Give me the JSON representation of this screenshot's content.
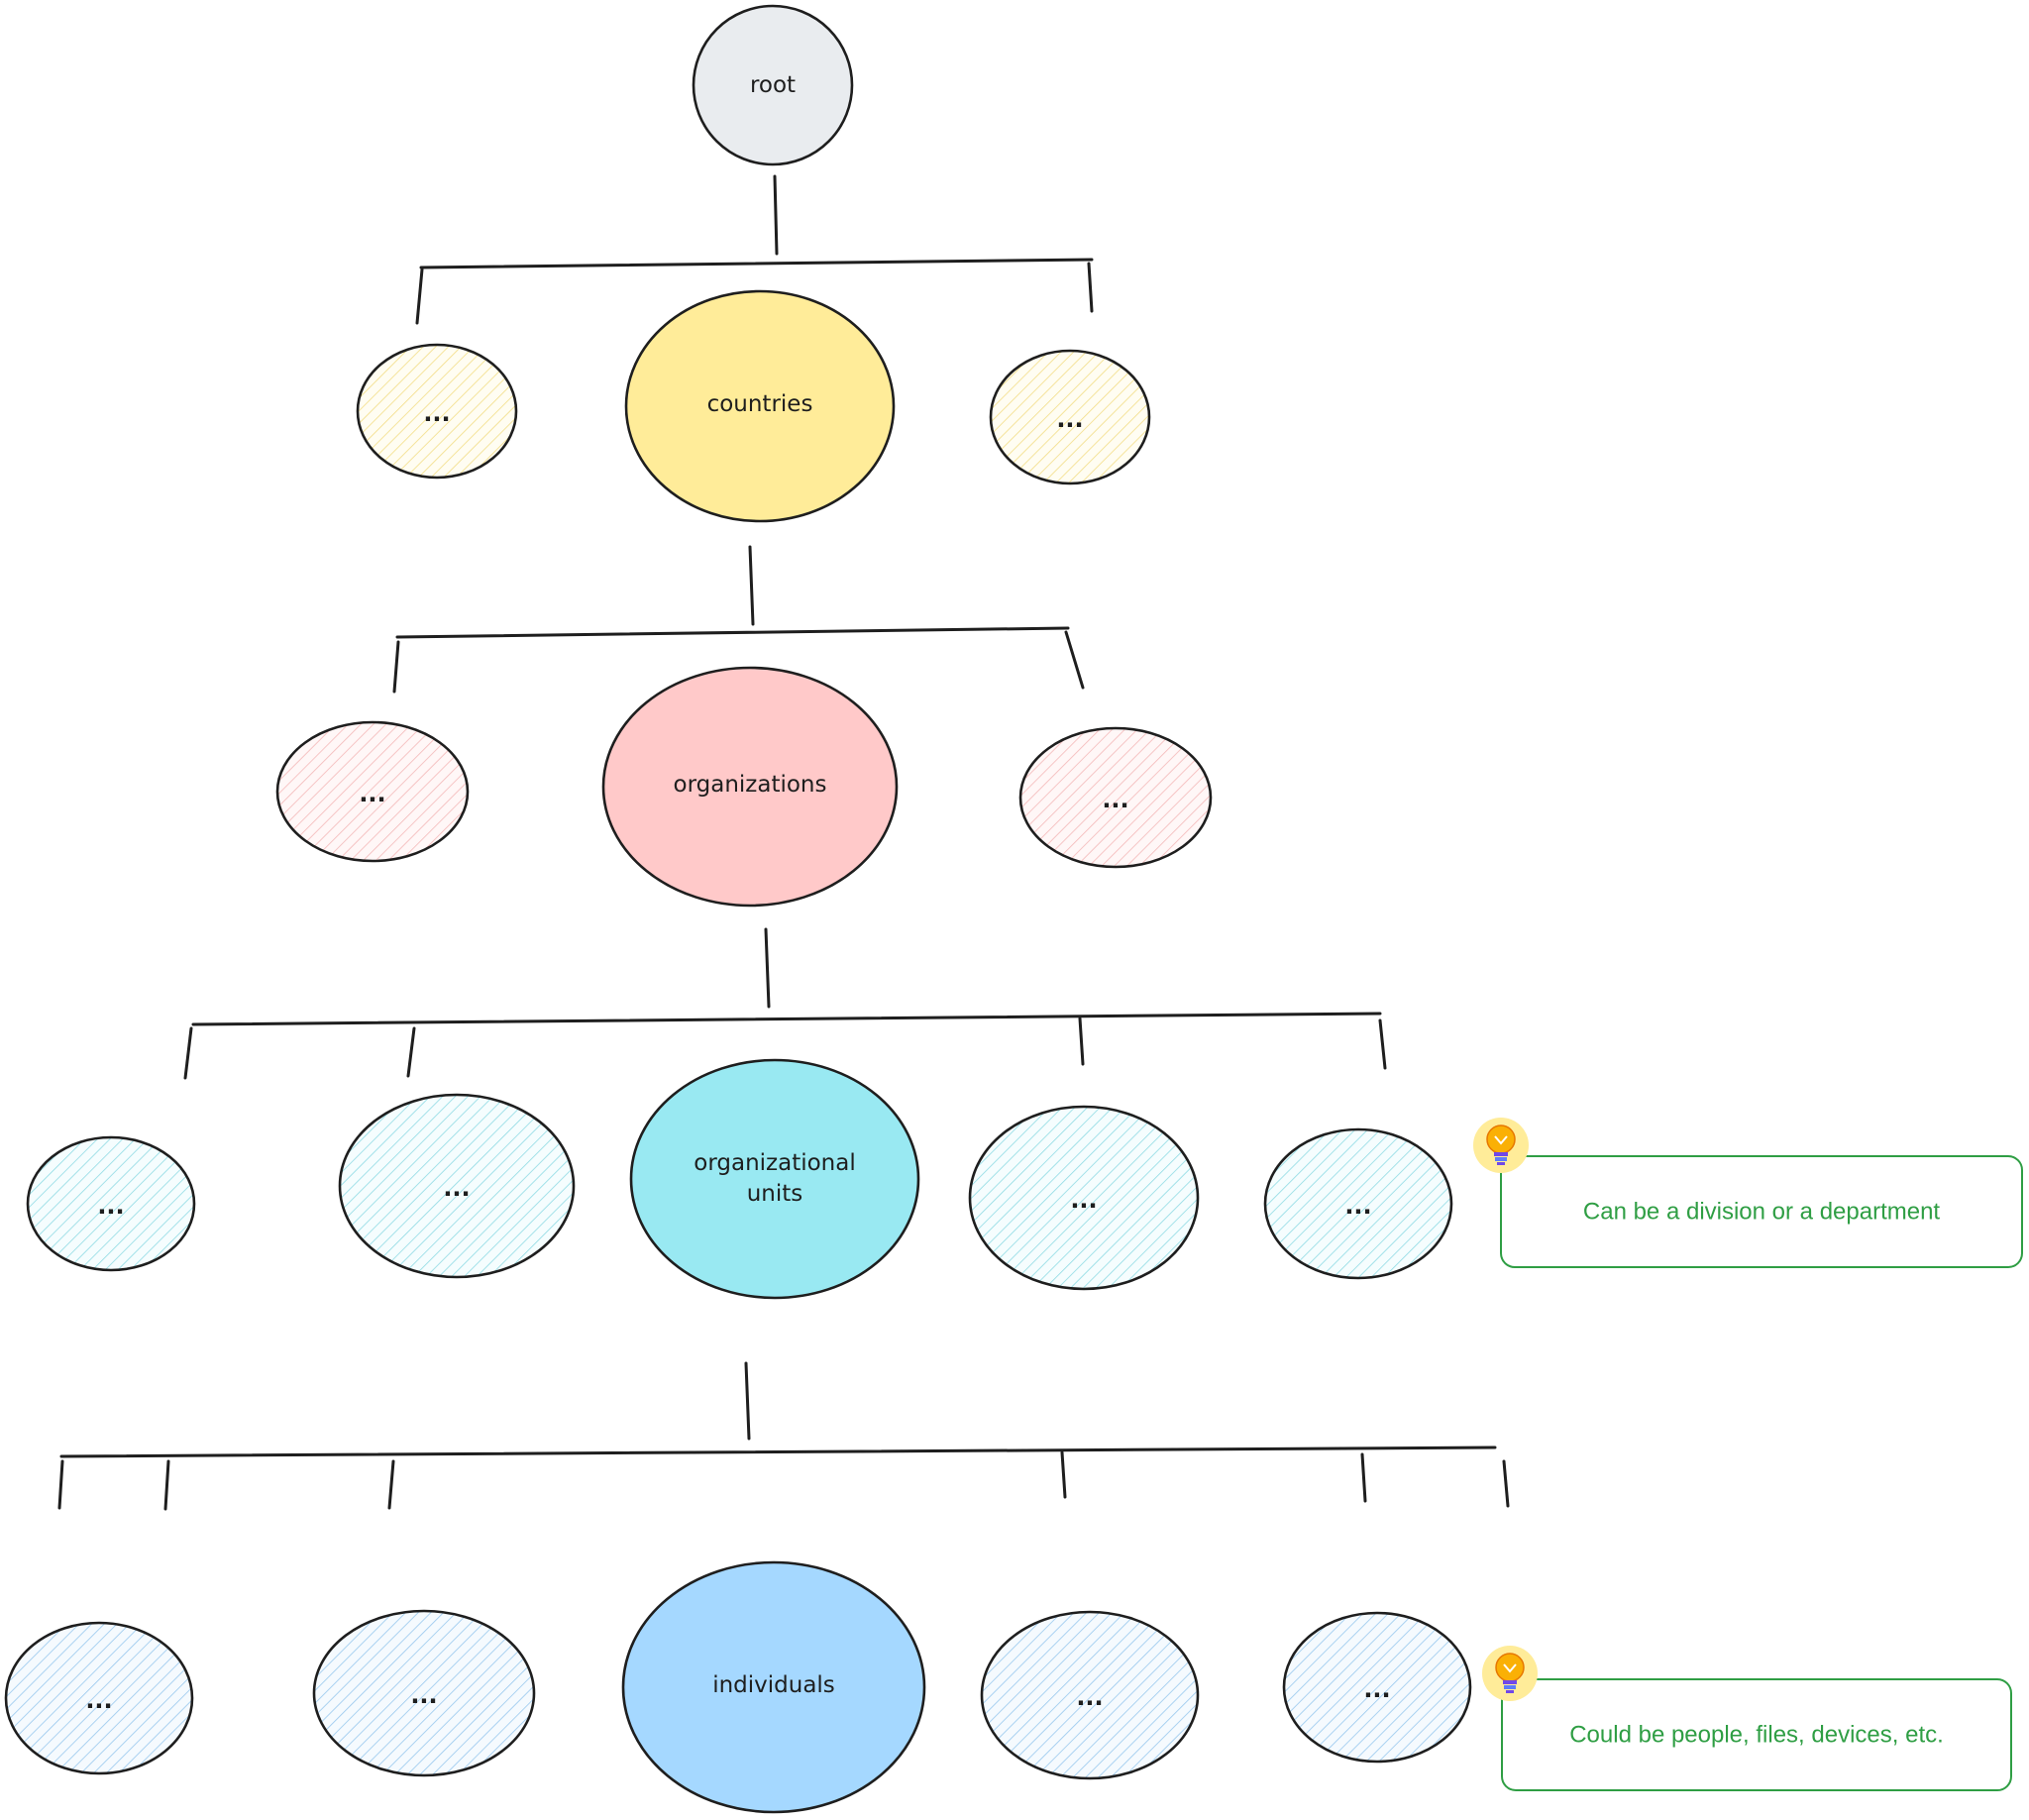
{
  "diagram": {
    "nodes": {
      "root": "root",
      "countries": "countries",
      "organizations": "organizations",
      "org_units_line1": "organizational",
      "org_units_line2": "units",
      "individuals": "individuals",
      "placeholder": "..."
    },
    "notes": {
      "org_units": "Can be a division or a department",
      "individuals": "Could be people, files, devices, etc."
    },
    "colors": {
      "root": "#e9ecef",
      "countries": "#ffec99",
      "organizations": "#ffc9c9",
      "org_units": "#99e9f2",
      "individuals": "#a5d8ff",
      "note": "#2f9e44",
      "bulb": "#fab005"
    },
    "icons": [
      "lightbulb-icon"
    ]
  }
}
